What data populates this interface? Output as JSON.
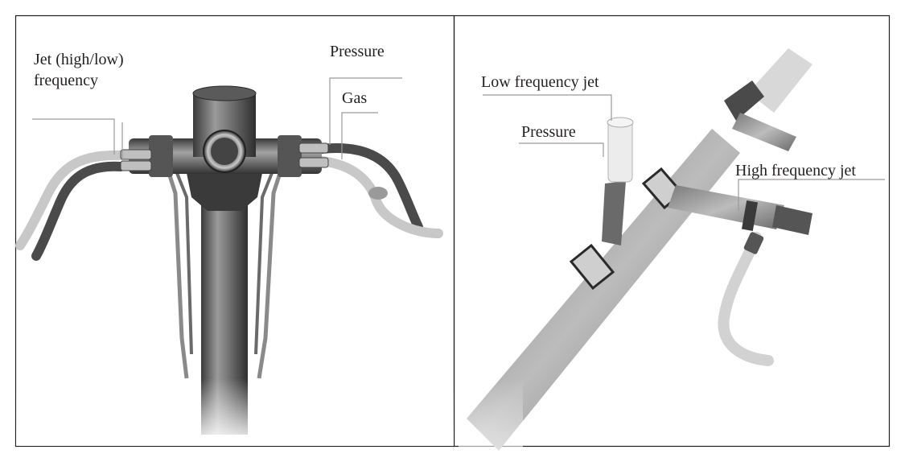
{
  "left_panel": {
    "labels": {
      "jet_line1": "Jet (high/low)",
      "jet_line2": "frequency",
      "pressure": "Pressure",
      "gas": "Gas"
    }
  },
  "right_panel": {
    "labels": {
      "low_frequency_jet": "Low frequency jet",
      "pressure": "Pressure",
      "high_frequency_jet": "High frequency jet"
    }
  }
}
